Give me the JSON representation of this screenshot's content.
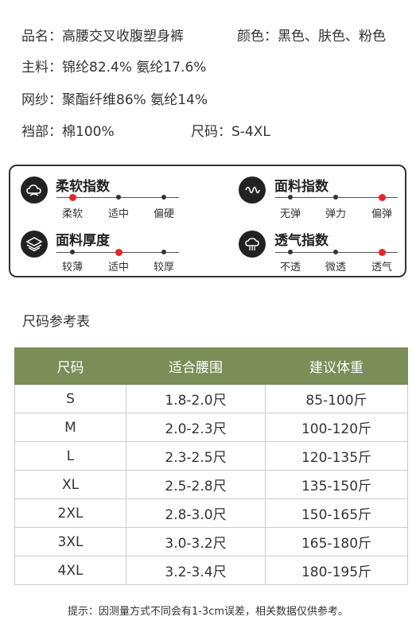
{
  "specs": {
    "name_label": "品名：",
    "name_value": "高腰交叉收腹塑身裤",
    "color_label": "颜色：",
    "color_value": "黑色、肤色、粉色",
    "main_label": "主料：",
    "main_value": "锦纶82.4%  氨纶17.6%",
    "mesh_label": "网纱：",
    "mesh_value": "聚酯纤维86%  氨纶14%",
    "crotch_label": "裆部：",
    "crotch_value": "棉100%",
    "size_label": "尺码：",
    "size_value": "S-4XL"
  },
  "indices": [
    {
      "title": "柔软指数",
      "icon": "cloud-icon",
      "labels": [
        "柔软",
        "适中",
        "偏硬"
      ],
      "selected": 0
    },
    {
      "title": "面料指数",
      "icon": "stretch-wave-icon",
      "labels": [
        "无弹",
        "弹力",
        "偏弹"
      ],
      "selected": 2
    },
    {
      "title": "面料厚度",
      "icon": "layers-icon",
      "labels": [
        "较薄",
        "适中",
        "较厚"
      ],
      "selected": 1
    },
    {
      "title": "透气指数",
      "icon": "breathable-icon",
      "labels": [
        "不透",
        "微透",
        "透气"
      ],
      "selected": 2
    }
  ],
  "size_chart": {
    "title": "尺码参考表",
    "headers": [
      "尺码",
      "适合腰围",
      "建议体重"
    ],
    "rows": [
      [
        "S",
        "1.8-2.0尺",
        "85-100斤"
      ],
      [
        "M",
        "2.0-2.3尺",
        "100-120斤"
      ],
      [
        "L",
        "2.3-2.5尺",
        "120-135斤"
      ],
      [
        "XL",
        "2.5-2.8尺",
        "135-150斤"
      ],
      [
        "2XL",
        "2.8-3.0尺",
        "150-165斤"
      ],
      [
        "3XL",
        "3.0-3.2尺",
        "165-180斤"
      ],
      [
        "4XL",
        "3.2-3.4尺",
        "180-195斤"
      ]
    ]
  },
  "note": "提示：因测量方式不同会有1-3cm误差，相关数据仅供参考。",
  "colors": {
    "header_green": "#7b8e57",
    "selected_dot": "#e8242a",
    "icon_bg": "#222222"
  }
}
